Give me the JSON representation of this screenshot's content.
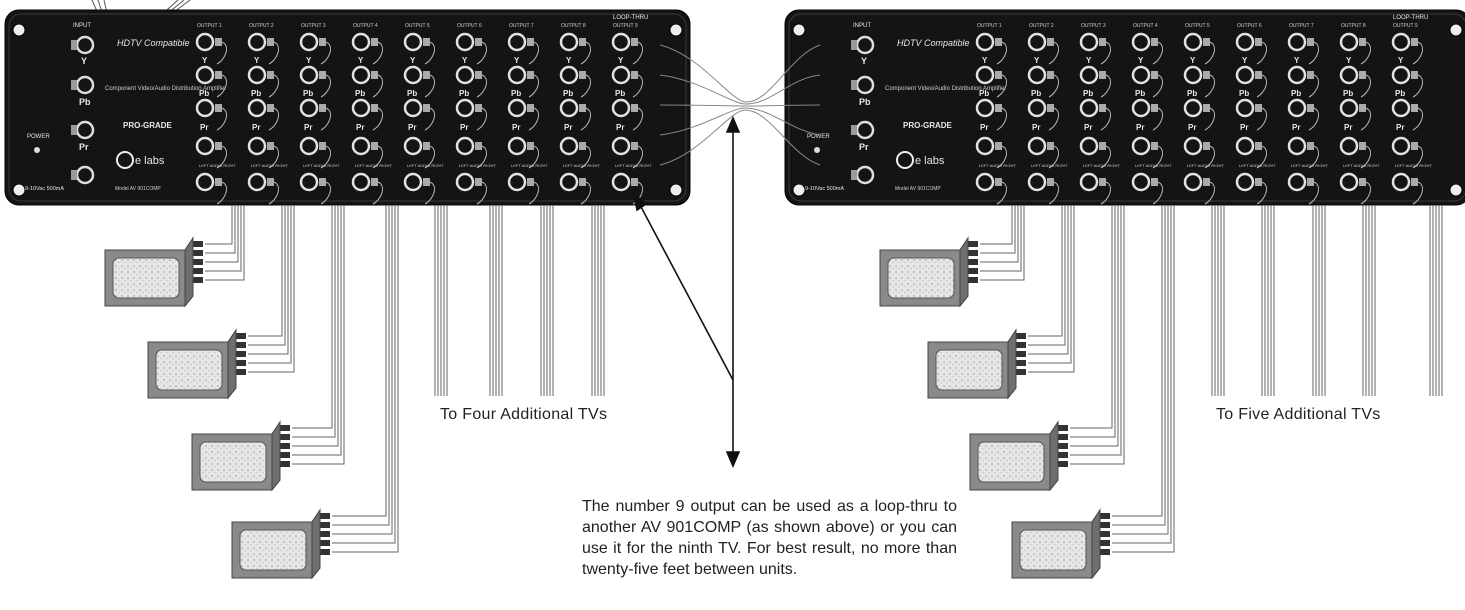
{
  "labels": {
    "to_four": "To Four Additional TVs",
    "to_five": "To Five Additional TVs"
  },
  "caption": "The number 9 output can be used as a loop-thru to another AV 901COMP (as shown above) or you can use it for the ninth TV. For best result, no more than twenty-five feet between units.",
  "units": [
    {
      "input_label": "INPUT",
      "loop_label": "LOOP-THRU",
      "brand_top": "HDTV Compatible",
      "product": "Component Video/Audio Distribution Amplifier",
      "grade": "PRO-GRADE",
      "logo": "e labs",
      "model": "Model AV 901COMP",
      "power_label": "POWER",
      "power_spec": "9-10Vac 500mA",
      "port_labels": [
        "Y",
        "Pb",
        "Pr",
        "LEFT AUDIO RIGHT"
      ],
      "outputs": [
        "OUTPUT 1",
        "OUTPUT 2",
        "OUTPUT 3",
        "OUTPUT 4",
        "OUTPUT 5",
        "OUTPUT 6",
        "OUTPUT 7",
        "OUTPUT 8",
        "OUTPUT 9"
      ]
    },
    {
      "input_label": "INPUT",
      "loop_label": "LOOP-THRU",
      "brand_top": "HDTV Compatible",
      "product": "Component Video/Audio Distribution Amplifier",
      "grade": "PRO-GRADE",
      "logo": "e labs",
      "model": "Model AV 901COMP",
      "power_label": "POWER",
      "power_spec": "9-10Vac 500mA",
      "port_labels": [
        "Y",
        "Pb",
        "Pr",
        "LEFT AUDIO RIGHT"
      ],
      "outputs": [
        "OUTPUT 1",
        "OUTPUT 2",
        "OUTPUT 3",
        "OUTPUT 4",
        "OUTPUT 5",
        "OUTPUT 6",
        "OUTPUT 7",
        "OUTPUT 8",
        "OUTPUT 9"
      ]
    }
  ],
  "colors": {
    "panel": "#141414",
    "cable": "#555555",
    "tv_body": "#8a8a8a",
    "screen": "#dcdcdc"
  }
}
